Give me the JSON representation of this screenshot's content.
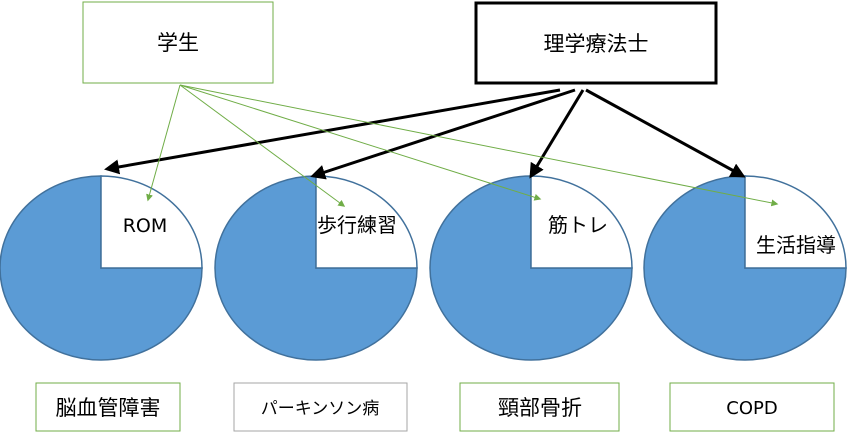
{
  "colors": {
    "student_line": "#70ad47",
    "therapist_line": "#000000",
    "pie_fill": "#5b9bd5",
    "pie_stroke": "#41719c",
    "box_green": "#70ad47",
    "box_gray": "#a6a6a6"
  },
  "student": {
    "label": "学生"
  },
  "therapist": {
    "label": "理学療法士"
  },
  "pies": [
    {
      "label": "ROM",
      "share_filled": 0.75
    },
    {
      "label": "歩行練習",
      "share_filled": 0.75
    },
    {
      "label": "筋トレ",
      "share_filled": 0.75
    },
    {
      "label": "生活指導",
      "share_filled": 0.75
    }
  ],
  "conditions": [
    {
      "label": "脳血管障害",
      "border": "green"
    },
    {
      "label": "パーキンソン病",
      "border": "gray"
    },
    {
      "label": "頸部骨折",
      "border": "green"
    },
    {
      "label": "COPD",
      "border": "green"
    }
  ]
}
